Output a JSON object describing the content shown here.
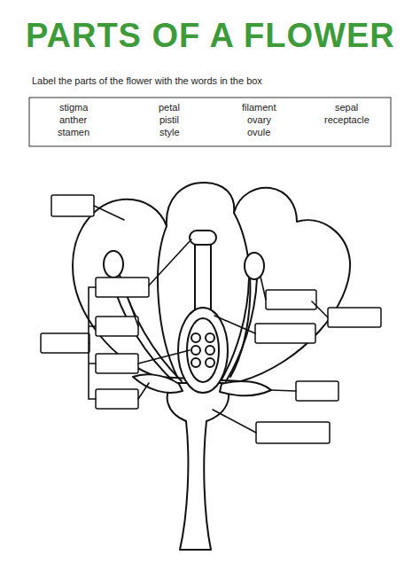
{
  "diagram": {
    "title": "PARTS OF A FLOWER",
    "labels": [
      "Label the parts of the flower with the words in the box",
      "stigma",
      "petal",
      "filament",
      "sepal",
      "anther",
      "pistil",
      "ovary",
      "receptacle",
      "stamen",
      "style",
      "ovule"
    ]
  }
}
